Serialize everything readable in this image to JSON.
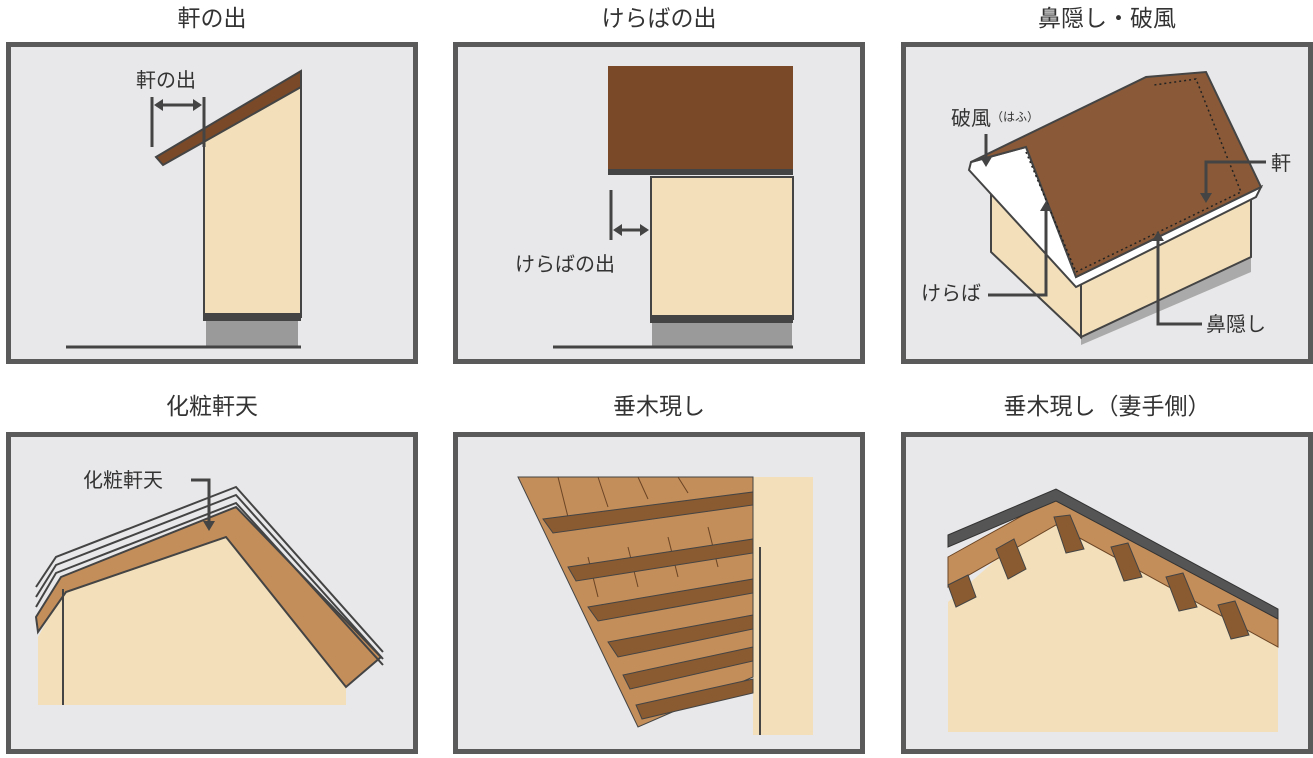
{
  "colors": {
    "frame": "#5a5a5a",
    "panel_bg": "#e8e8ea",
    "wall": "#f3e0bb",
    "roof_dark": "#7a4a28",
    "wood": "#c48e5a",
    "wood_dark": "#8a5a30",
    "line": "#444444"
  },
  "panels": [
    {
      "title": "軒の出",
      "labels": {
        "main": "軒の出"
      }
    },
    {
      "title": "けらばの出",
      "labels": {
        "main": "けらばの出"
      }
    },
    {
      "title": "鼻隠し・破風",
      "labels": {
        "hafu": "破風",
        "hafu_reading": "（はふ）",
        "noki": "軒",
        "keraba": "けらば",
        "hanakakushi": "鼻隠し"
      }
    },
    {
      "title": "化粧軒天",
      "labels": {
        "main": "化粧軒天"
      }
    },
    {
      "title": "垂木現し",
      "labels": {}
    },
    {
      "title": "垂木現し（妻手側）",
      "labels": {}
    }
  ]
}
